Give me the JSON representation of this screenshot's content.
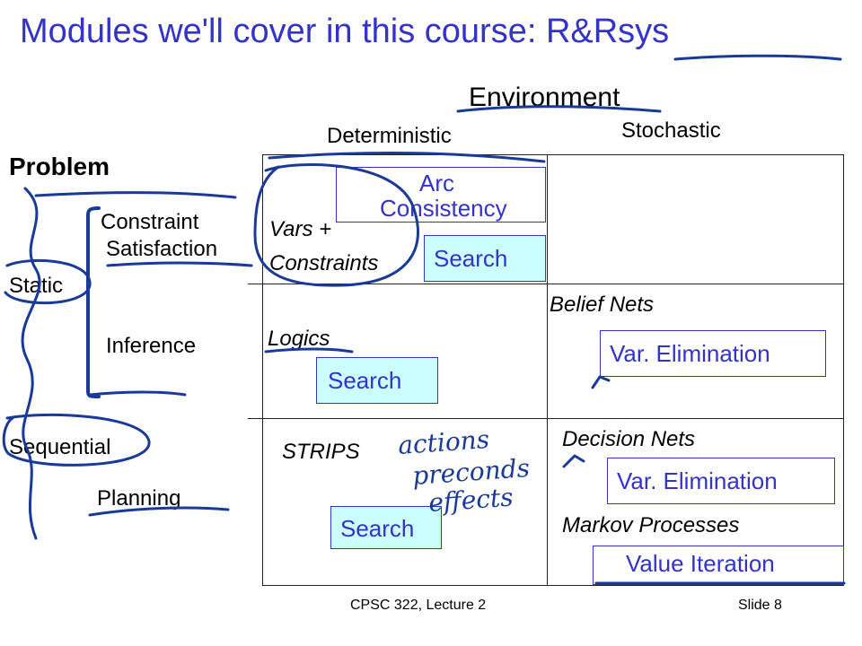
{
  "slide": {
    "title": "Modules we'll cover in this course: R&Rsys",
    "environment_heading": "Environment",
    "environment_deterministic": "Deterministic",
    "environment_stochastic": "Stochastic",
    "problem_heading": "Problem",
    "static_label": "Static",
    "sequential_label": "Sequential",
    "constraint_line1": "Constraint",
    "constraint_line2": "Satisfaction",
    "inference_label": "Inference",
    "planning_label": "Planning",
    "vars_line1": "Vars +",
    "vars_line2": "Constraints",
    "arc_line1": "Arc",
    "arc_line2": "Consistency",
    "search_csp": "Search",
    "belief_nets": "Belief Nets",
    "var_elim_1": "Var. Elimination",
    "logics": "Logics",
    "search_logic": "Search",
    "decision_nets": "Decision Nets",
    "var_elim_2": "Var. Elimination",
    "strips": "STRIPS",
    "search_strips": "Search",
    "markov": "Markov Processes",
    "value_iteration": "Value Iteration",
    "footer_lecture": "CPSC 322, Lecture 2",
    "footer_slide": "Slide 8",
    "handwriting_line1": "actions",
    "handwriting_line2": "preconds",
    "handwriting_line3": "effects"
  },
  "colors": {
    "title": "#3333cc",
    "box_border": "#3333cc",
    "box_fill": "#ccffff",
    "ink": "#1a3a9a"
  }
}
